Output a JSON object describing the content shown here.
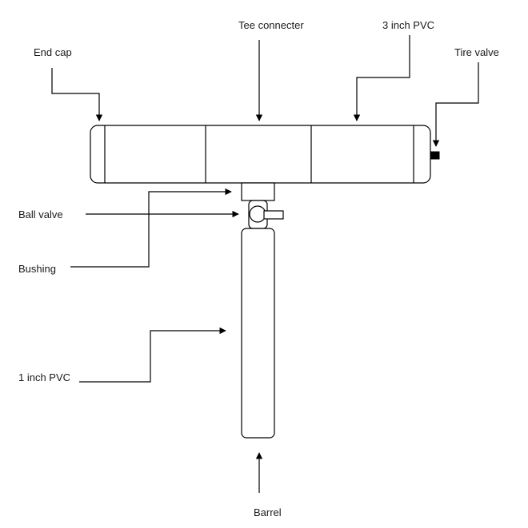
{
  "labels": {
    "tee_connecter": "Tee connecter",
    "three_inch_pvc": "3 inch PVC",
    "end_cap": "End cap",
    "tire_valve": "Tire valve",
    "ball_valve": "Ball valve",
    "bushing": "Bushing",
    "one_inch_pvc": "1 inch PVC",
    "barrel": "Barrel"
  }
}
